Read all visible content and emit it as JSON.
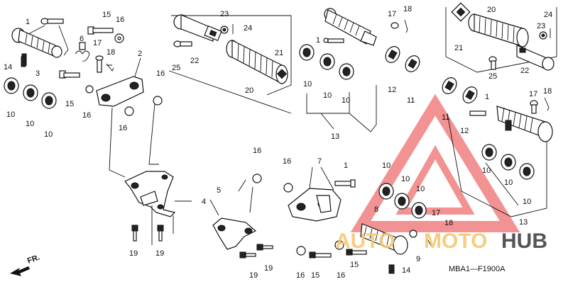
{
  "diagram": {
    "reference_code": "MBA1—F1900A",
    "front_arrow_label": "FR.",
    "watermark": {
      "part1": "AUTO",
      "part2": "MOTO",
      "part3": "HUB",
      "colors": {
        "auto": "#f5c46b",
        "moto": "#f5c46b",
        "hub": "#555555",
        "triangle": "#f08080"
      }
    },
    "labels": {
      "c1a": "1",
      "c15a": "15",
      "c16a": "16",
      "c6": "6",
      "c17a": "17",
      "c18a": "18",
      "c2": "2",
      "c14a": "14",
      "c3": "3",
      "c16b": "16",
      "c15b": "15",
      "c10a": "10",
      "c10b": "10",
      "c10c": "10",
      "c16c": "16",
      "c16d": "16",
      "c23a": "23",
      "c24a": "24",
      "c22a": "22",
      "c25a": "25",
      "c21a": "21",
      "c20a": "20",
      "c17b": "17",
      "c18b": "18",
      "c1b": "1",
      "c10d": "10",
      "c10e": "10",
      "c10f": "10",
      "c12a": "12",
      "c11a": "11",
      "c13a": "13",
      "c20b": "20",
      "c24b": "24",
      "c23b": "23",
      "c21b": "21",
      "c25b": "25",
      "c22b": "22",
      "c11b": "11",
      "c12b": "12",
      "c1c": "1",
      "c17c": "17",
      "c18c": "18",
      "c10g": "10",
      "c10h": "10",
      "c10i": "10",
      "c13b": "13",
      "c4": "4",
      "c19a": "19",
      "c19b": "19",
      "c16e": "16",
      "c16f": "16",
      "c7": "7",
      "c1d": "1",
      "c5": "5",
      "c19c": "19",
      "c19d": "19",
      "c10j": "10",
      "c10k": "10",
      "c10l": "10",
      "c8": "8",
      "c17d": "17",
      "c18d": "18",
      "c9": "9",
      "c16g": "16",
      "c15c": "15",
      "c16h": "16",
      "c15d": "15",
      "c14b": "14"
    }
  }
}
